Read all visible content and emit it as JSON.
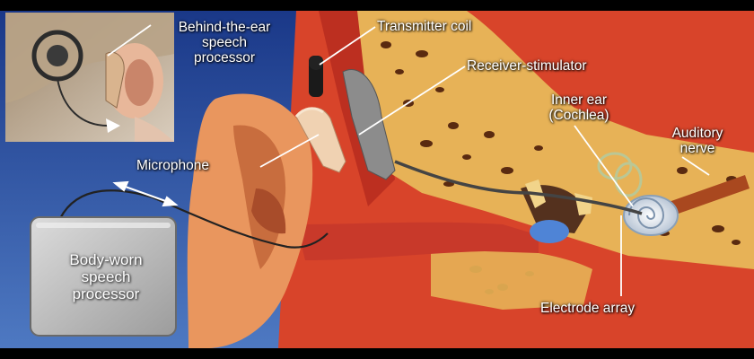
{
  "labels": {
    "bte_line1": "Behind-the-ear",
    "bte_line2": "speech",
    "bte_line3": "processor",
    "transmitter": "Transmitter coil",
    "receiver": "Receiver-stimulator",
    "inner_line1": "Inner ear",
    "inner_line2": "(Cochlea)",
    "nerve_line1": "Auditory",
    "nerve_line2": "nerve",
    "microphone": "Microphone",
    "electrode": "Electrode array",
    "body_line1": "Body-worn",
    "body_line2": "speech",
    "body_line3": "processor"
  },
  "colors": {
    "background_blue": "#1f3f8e",
    "tissue_red": "#d8442a",
    "bone": "#e7b257",
    "skin": "#e9965e",
    "label_text": "#ffffff",
    "device_gray": "#bdbdbd"
  }
}
